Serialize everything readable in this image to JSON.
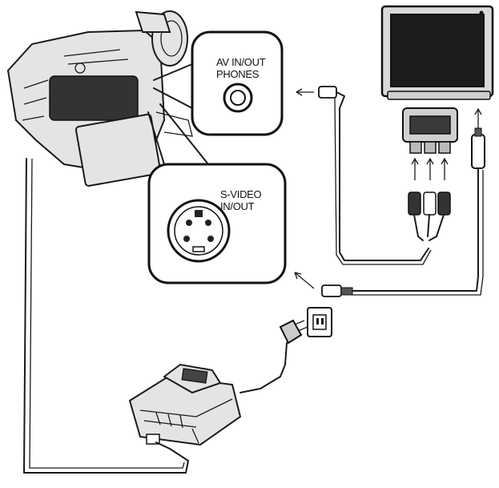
{
  "labels": {
    "av_jack_line1": "AV IN/OUT",
    "av_jack_line2": "PHONES",
    "svideo_jack_line1": "S-VIDEO",
    "svideo_jack_line2": "IN/OUT"
  },
  "colors": {
    "ink": "#1a1a1a",
    "tv_screen": "#1c1c1c",
    "device_body": "#e4e4e4"
  }
}
